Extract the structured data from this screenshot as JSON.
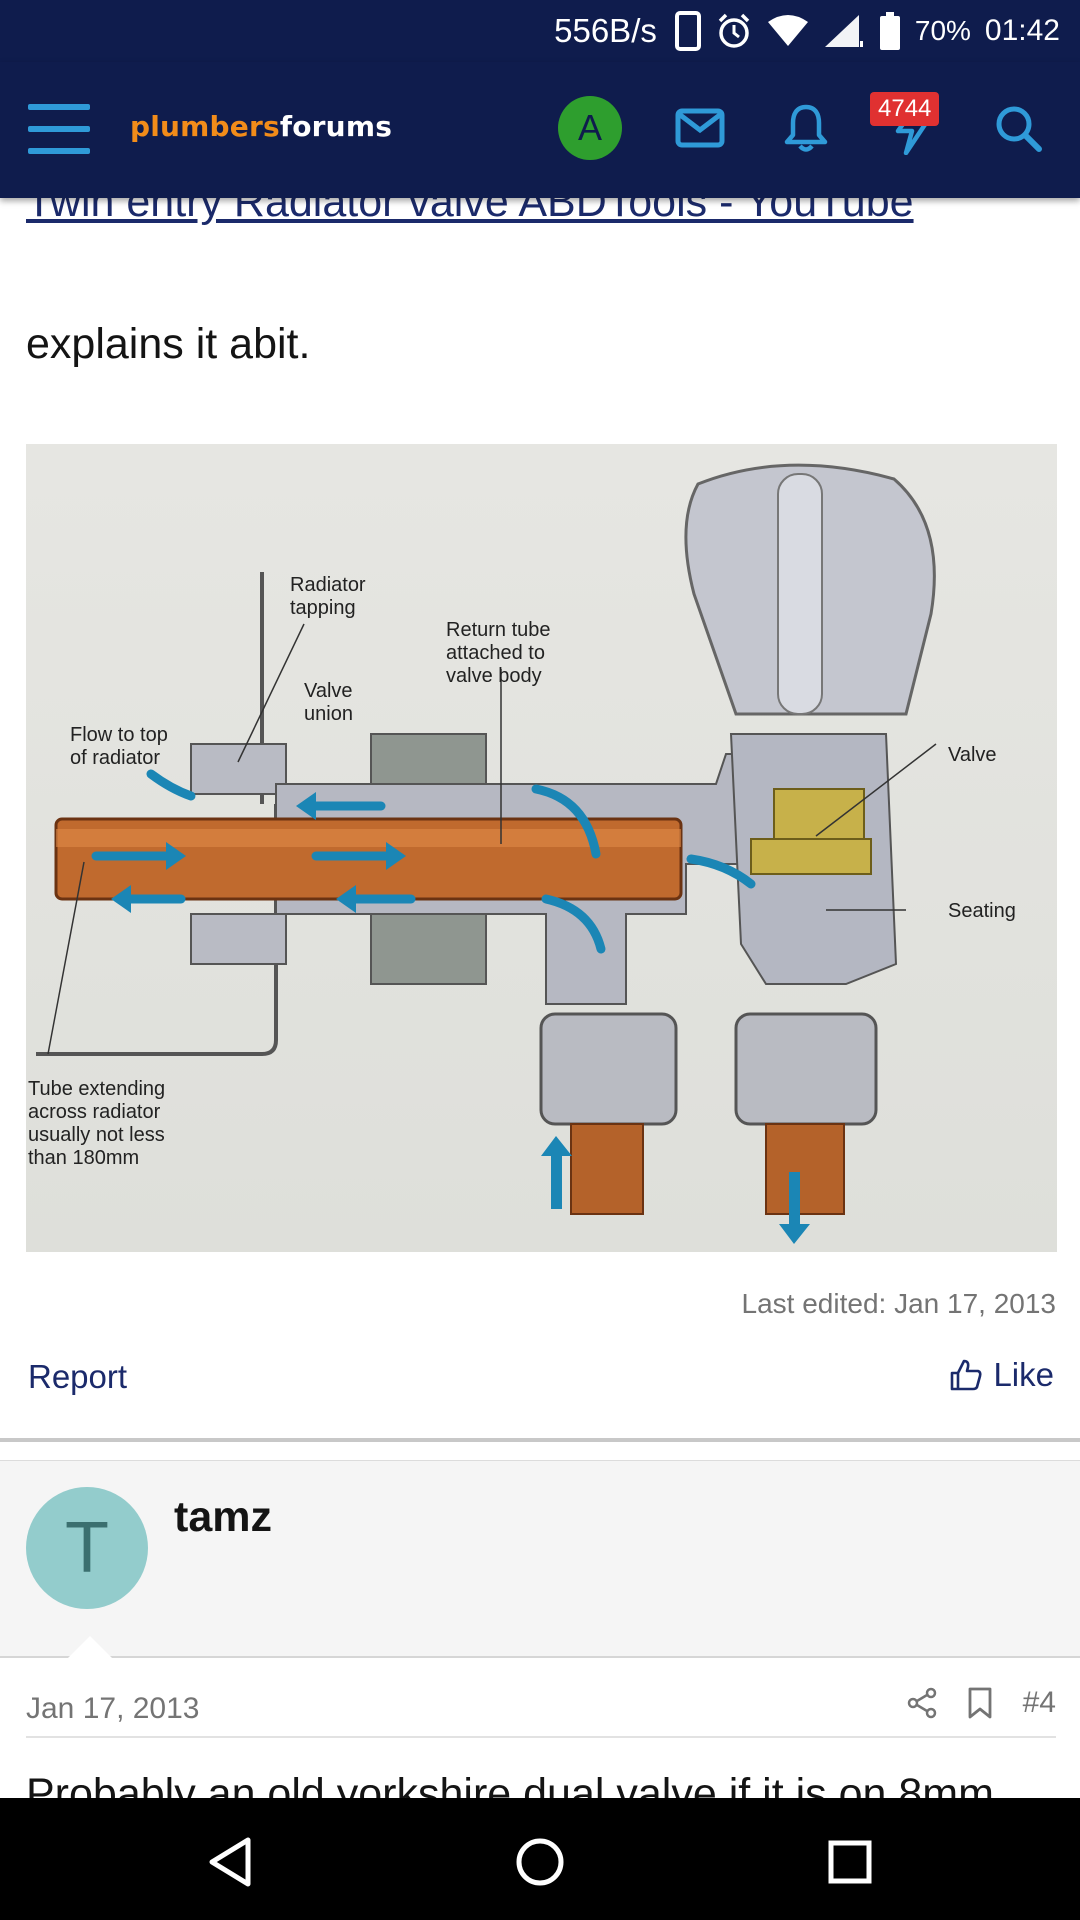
{
  "status_bar": {
    "speed": "556B/s",
    "battery_percent": "70%",
    "time": "01:42",
    "icons": [
      "phone-icon",
      "alarm-icon",
      "wifi-icon",
      "signal-icon",
      "battery-icon"
    ]
  },
  "nav": {
    "logo_part1": "plumbers",
    "logo_part2": "forums",
    "avatar_letter": "A",
    "alerts_badge": "4744",
    "icons": [
      "menu-icon",
      "mail-icon",
      "bell-icon",
      "lightning-icon",
      "search-icon"
    ],
    "colors": {
      "bar": "#0f1c4d",
      "accent": "#2f9ad8",
      "logo_orange": "#f28c1a",
      "avatar": "#2e9e2e",
      "badge": "#e03131"
    }
  },
  "post": {
    "link_text": "Twin entry Radiator valve ABDTools - YouTube",
    "body_text": "explains it abit.",
    "figure_labels": {
      "radiator_tapping": "Radiator\ntapping",
      "return_tube": "Return tube\nattached to\nvalve body",
      "valve_union": "Valve\nunion",
      "flow_to_top": "Flow to top\nof radiator",
      "valve": "Valve",
      "seating": "Seating",
      "tube_extending": "Tube extending\nacross radiator\nusually not less\nthan 180mm"
    },
    "last_edited": "Last edited: Jan 17, 2013",
    "report_label": "Report",
    "like_label": "Like"
  },
  "next_post": {
    "avatar_letter": "T",
    "username": "tamz",
    "date": "Jan 17, 2013",
    "post_number": "#4",
    "text_start": "Probably an old yorkshire dual valve if it is on 8mm"
  }
}
